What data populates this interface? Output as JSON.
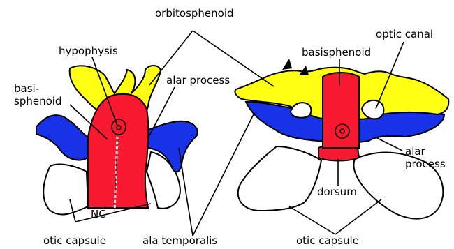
{
  "colors": {
    "orbitosphenoid": "#ffff14",
    "basisphenoid": "#f81830",
    "ala_temporalis": "#1832e8",
    "otic_capsule": "#ffffff",
    "outline": "#000000"
  },
  "labels": {
    "orbitosphenoid": "orbitosphenoid",
    "hypophysis": "hypophysis",
    "basisphenoid_left_line1": "basi-",
    "basisphenoid_left_line2": "sphenoid",
    "alar_process_left": "alar process",
    "nc": "NC",
    "otic_capsule_left": "otic capsule",
    "ala_temporalis": "ala temporalis",
    "basisphenoid_right": "basisphenoid",
    "optic_canal": "optic canal",
    "alar_process_right_line1": "alar",
    "alar_process_right_line2": "process",
    "dorsum": "dorsum",
    "otic_capsule_right": "otic capsule"
  }
}
